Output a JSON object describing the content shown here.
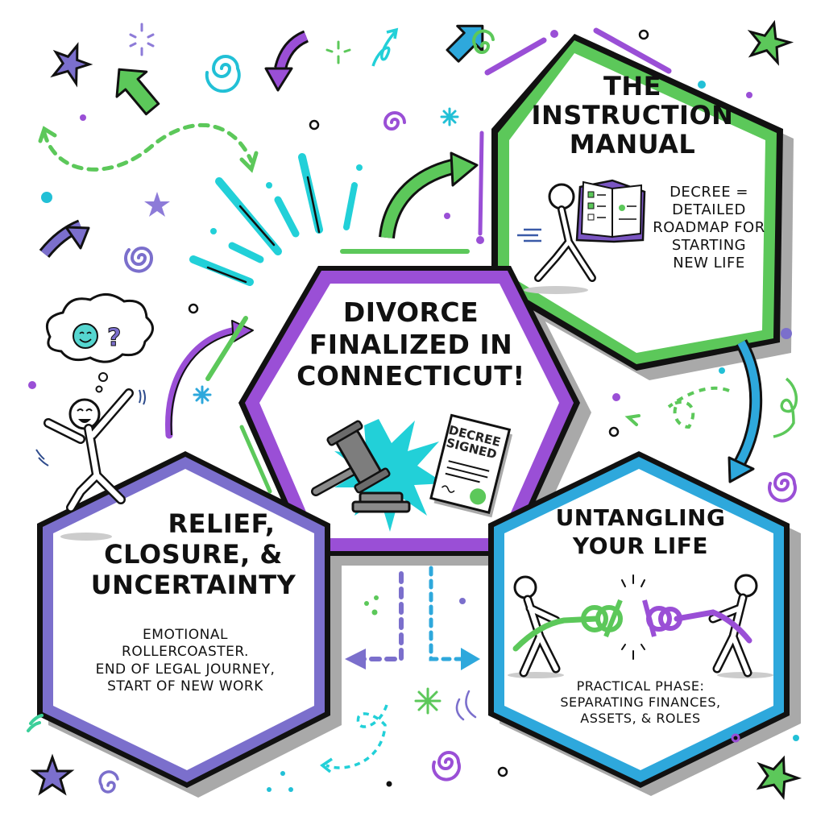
{
  "colors": {
    "green": "#5cc85a",
    "purple": "#9a4fd6",
    "violet": "#7b6fcc",
    "blue": "#2ea8dc",
    "cyan": "#22d0d8",
    "shadow": "#a9a9a9",
    "ink": "#111111"
  },
  "center": {
    "title_lines": [
      "DIVORCE",
      "FINALIZED IN",
      "CONNECTICUT!"
    ],
    "document_label_lines": [
      "DECREE",
      "SIGNED"
    ],
    "icons": [
      "gavel-icon",
      "burst-icon",
      "decree-document-icon",
      "green-seal-icon"
    ]
  },
  "top_right": {
    "title_lines": [
      "THE",
      "INSTRUCTION",
      "MANUAL"
    ],
    "body_lines": [
      "DECREE =",
      "DETAILED",
      "ROADMAP FOR",
      "STARTING",
      "NEW LIFE"
    ],
    "icons": [
      "running-person-with-book-icon",
      "checklist-book-icon"
    ]
  },
  "bottom_left": {
    "title_lines": [
      "RELIEF,",
      "CLOSURE, &",
      "UNCERTAINTY"
    ],
    "body_lines": [
      "EMOTIONAL",
      "ROLLERCOASTER.",
      "END OF LEGAL JOURNEY,",
      "START OF NEW WORK"
    ],
    "icons": [
      "jumping-happy-person-icon",
      "thought-cloud-smiley-question-icon"
    ]
  },
  "bottom_right": {
    "title_lines": [
      "UNTANGLING",
      "YOUR LIFE"
    ],
    "body_lines": [
      "PRACTICAL PHASE:",
      "SEPARATING FINANCES,",
      "ASSETS, & ROLES"
    ],
    "icons": [
      "tug-of-war-people-icon",
      "green-knot-icon",
      "purple-knot-icon"
    ]
  },
  "connectors": [
    {
      "name": "arrow-center-to-top-right",
      "color": "#5cc85a"
    },
    {
      "name": "arrow-top-right-to-bottom-right",
      "color": "#2ea8dc"
    },
    {
      "name": "arrow-bottom-left-to-center",
      "color": "#9a4fd6"
    },
    {
      "name": "dashed-arrow-center-to-bottom-left",
      "color": "#7b6fcc"
    },
    {
      "name": "dashed-arrow-center-to-bottom-right",
      "color": "#2ea8dc"
    }
  ]
}
